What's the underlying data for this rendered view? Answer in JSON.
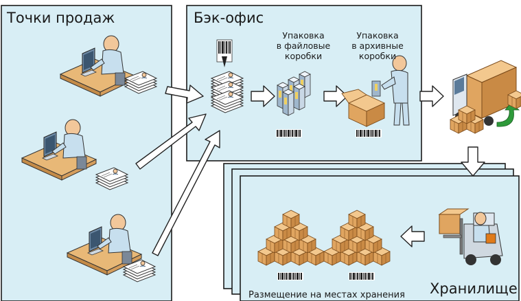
{
  "sections": {
    "points_of_sale": "Точки продаж",
    "back_office": "Бэк-офис",
    "storage": "Хранилище"
  },
  "labels": {
    "file_boxes": [
      "Упаковка",
      "в файловые",
      "коробки"
    ],
    "archive_boxes": [
      "Упаковка",
      "в архивные",
      "коробки"
    ],
    "placement": "Размещение на местах хранения"
  },
  "colors": {
    "panel_fill": "#d8eef5",
    "panel_stroke": "#1b1b1b",
    "box_fill": "#e6b070",
    "skin": "#f2c79a",
    "shirt": "#c7dfee",
    "desk": "#e8b877",
    "arrow_fill": "#ffffff",
    "truck_green": "#2e9a3a"
  },
  "icons": [
    "cashier-workstation-icon",
    "document-stack-icon",
    "barcode-icon",
    "file-box-icon",
    "packing-worker-icon",
    "delivery-truck-icon",
    "forklift-icon",
    "box-pyramid-icon",
    "flow-arrow-icon"
  ]
}
